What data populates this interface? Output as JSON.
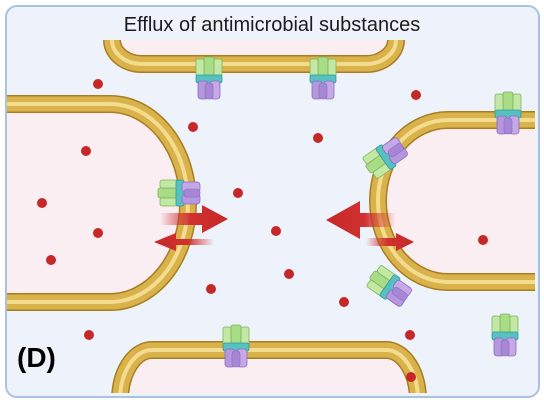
{
  "title": "Efflux of antimicrobial substances",
  "panel_label": "(D)",
  "colors": {
    "background": "#eef3fb",
    "frame_border": "#a9c2e2",
    "cytoplasm": "#fbeef3",
    "membrane_gold": "#d9b24c",
    "membrane_light": "#f3dc8e",
    "membrane_edge": "#a87e21",
    "antimicrobial_dot": "#c62828",
    "efflux_arrow": "#d03030",
    "pump_green": "#a9dc86",
    "pump_teal": "#56c1c0",
    "pump_purple": "#b597de"
  },
  "elements": {
    "cells": [
      "top-cell",
      "left-cell",
      "right-cell",
      "bottom-cell"
    ],
    "efflux_pump_icon": "efflux-pump-icon",
    "arrow_icon": "arrow-icon",
    "dot_icon": "antimicrobial-molecule-icon"
  }
}
